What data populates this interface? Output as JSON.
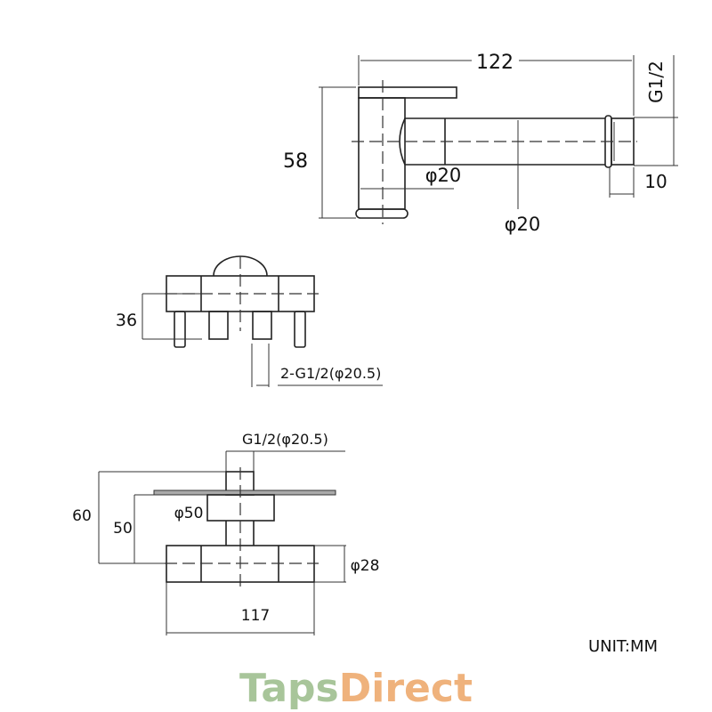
{
  "top_view": {
    "length": "122",
    "height": "58",
    "handle_dia": "φ20",
    "spout_dia": "φ20",
    "thread": "G1/2",
    "thread_length": "10"
  },
  "side_view": {
    "height": "36",
    "inlets": "2-G1/2(φ20.5)"
  },
  "front_view": {
    "outlet": "G1/2(φ20.5)",
    "depth_total": "60",
    "depth_wall": "50",
    "flange_dia": "φ50",
    "body_dia": "φ28",
    "body_length": "117"
  },
  "unit": "UNIT:MM",
  "logo": {
    "part1": "Taps",
    "part2": "Direct",
    "color1": "#a8c59a",
    "color2": "#efb27c"
  }
}
